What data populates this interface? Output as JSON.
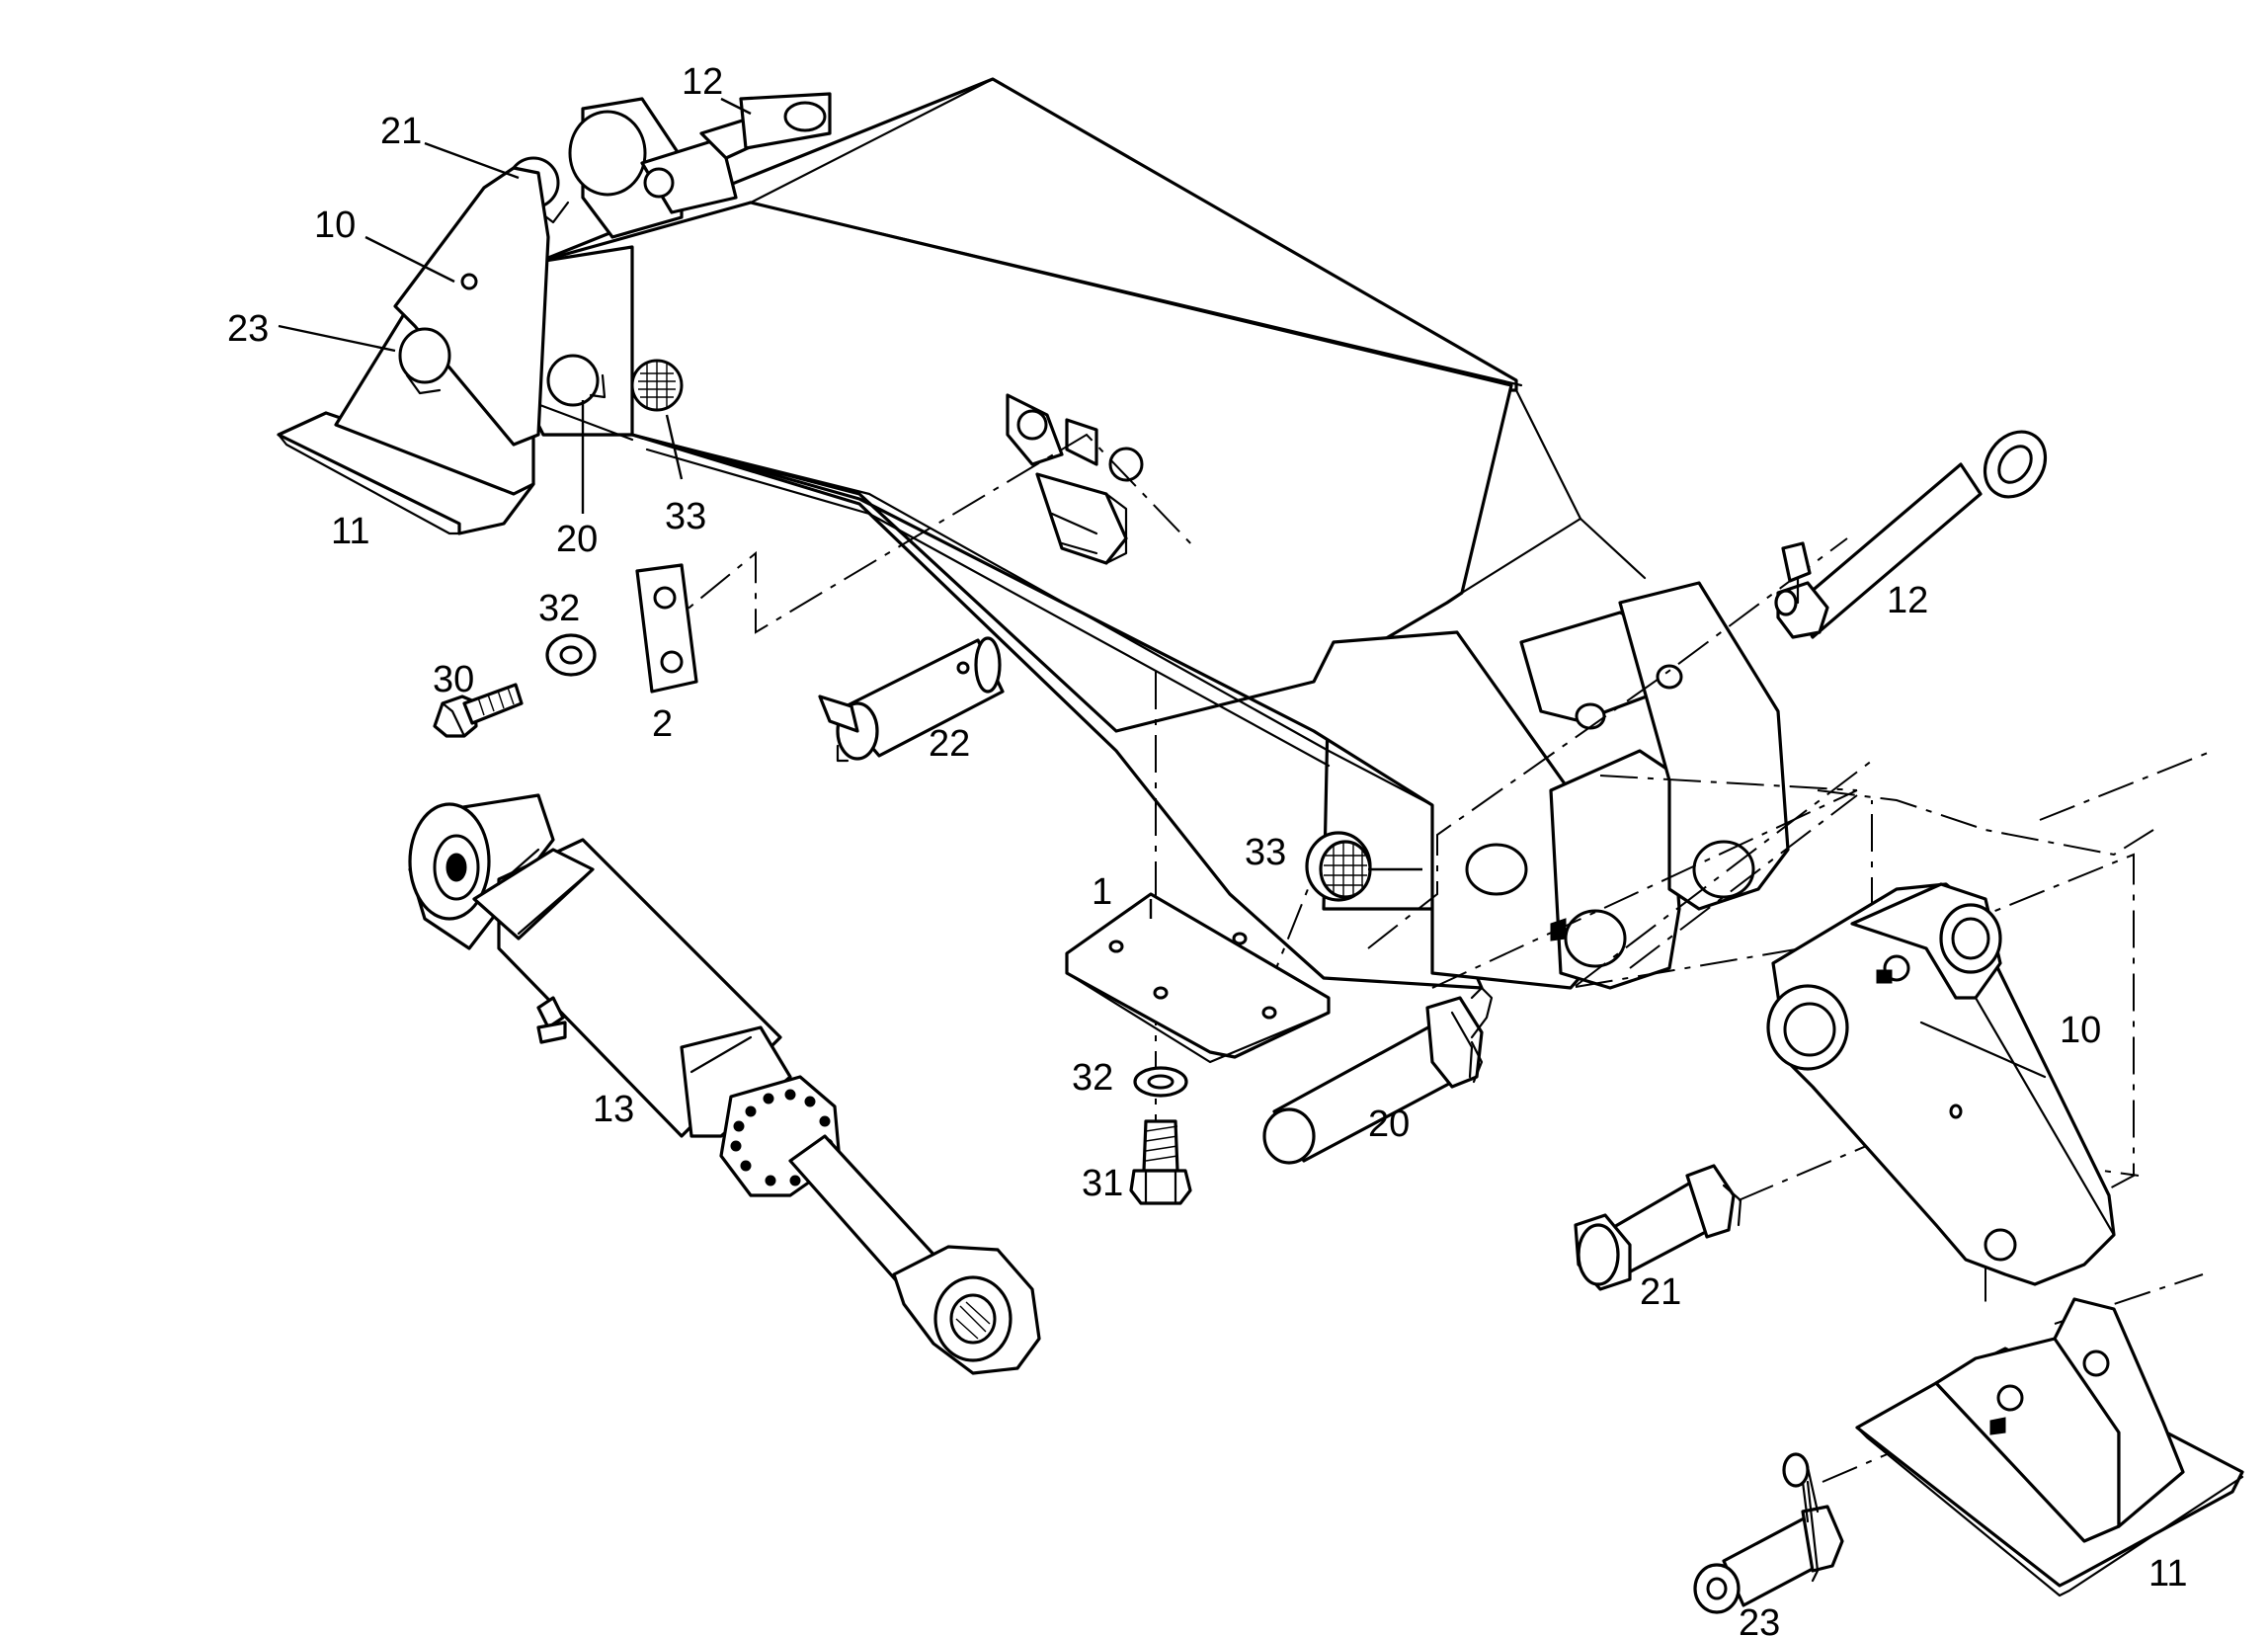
{
  "callouts": [
    {
      "id": "c-12-top",
      "text": "12"
    },
    {
      "id": "c-21-top",
      "text": "21"
    },
    {
      "id": "c-10-top",
      "text": "10"
    },
    {
      "id": "c-23-top",
      "text": "23"
    },
    {
      "id": "c-11-top",
      "text": "11"
    },
    {
      "id": "c-20-top",
      "text": "20"
    },
    {
      "id": "c-33-top",
      "text": "33"
    },
    {
      "id": "c-32-left",
      "text": "32"
    },
    {
      "id": "c-30",
      "text": "30"
    },
    {
      "id": "c-2",
      "text": "2"
    },
    {
      "id": "c-22",
      "text": "22"
    },
    {
      "id": "c-12-right",
      "text": "12"
    },
    {
      "id": "c-33-mid",
      "text": "33"
    },
    {
      "id": "c-1",
      "text": "1"
    },
    {
      "id": "c-32-mid",
      "text": "32"
    },
    {
      "id": "c-31",
      "text": "31"
    },
    {
      "id": "c-20-mid",
      "text": "20"
    },
    {
      "id": "c-13",
      "text": "13"
    },
    {
      "id": "c-10-right",
      "text": "10"
    },
    {
      "id": "c-21-right",
      "text": "21"
    },
    {
      "id": "c-11-right",
      "text": "11"
    },
    {
      "id": "c-23-bottom",
      "text": "23"
    }
  ],
  "colors": {
    "line": "#000000",
    "paper": "#ffffff"
  }
}
